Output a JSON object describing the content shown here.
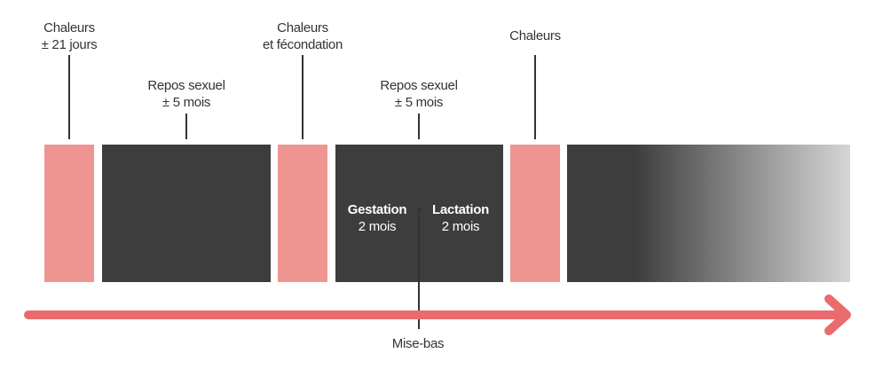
{
  "labels": {
    "chaleurs_1": {
      "line1": "Chaleurs",
      "line2": "± 21 jours"
    },
    "repos_1": {
      "line1": "Repos sexuel",
      "line2": "± 5 mois"
    },
    "chaleurs_2": {
      "line1": "Chaleurs",
      "line2": "et fécondation"
    },
    "repos_2": {
      "line1": "Repos sexuel",
      "line2": "± 5 mois"
    },
    "chaleurs_3": {
      "line1": "Chaleurs"
    }
  },
  "gestation": {
    "title": "Gestation",
    "duration": "2 mois"
  },
  "lactation": {
    "title": "Lactation",
    "duration": "2 mois"
  },
  "mise_bas": "Mise-bas",
  "colors": {
    "chaleurs": "#ee9591",
    "repos": "#3d3d3d",
    "arrow": "#e96b6e",
    "text": "#333333"
  }
}
